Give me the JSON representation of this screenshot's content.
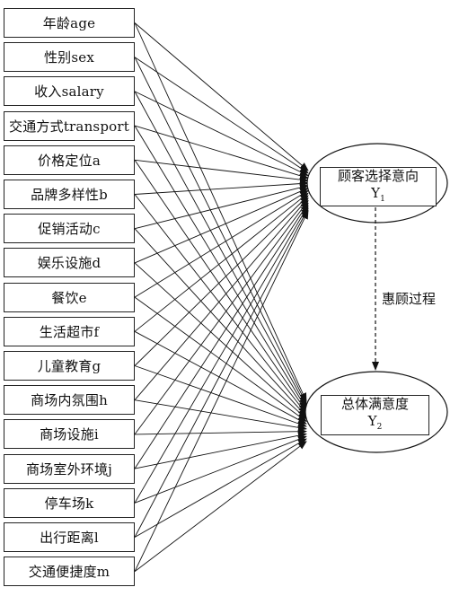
{
  "factors": [
    {
      "label": "年龄age"
    },
    {
      "label": "性别sex"
    },
    {
      "label": "收入salary"
    },
    {
      "label": "交通方式transport"
    },
    {
      "label": "价格定位a"
    },
    {
      "label": "品牌多样性b"
    },
    {
      "label": "促销活动c"
    },
    {
      "label": "娱乐设施d"
    },
    {
      "label": "餐饮e"
    },
    {
      "label": "生活超市f"
    },
    {
      "label": "儿童教育g"
    },
    {
      "label": "商场内氛围h"
    },
    {
      "label": "商场设施i"
    },
    {
      "label": "商场室外环境j"
    },
    {
      "label": "停车场k"
    },
    {
      "label": "出行距离l"
    },
    {
      "label": "交通便捷度m"
    }
  ],
  "outcomes": {
    "y1": {
      "title": "顾客选择意向",
      "symbol": "Y",
      "subscript": "1"
    },
    "y2": {
      "title": "总体满意度",
      "symbol": "Y",
      "subscript": "2"
    }
  },
  "process_label": "惠顾过程"
}
